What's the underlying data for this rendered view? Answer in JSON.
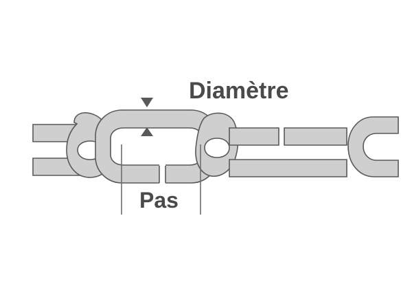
{
  "diagram": {
    "type": "technical-illustration",
    "subject": "chain-link-dimensions",
    "language": "fr",
    "background_color": "#ffffff",
    "labels": {
      "diameter": "Diamètre",
      "pitch": "Pas"
    },
    "colors": {
      "link_fill": "#cfcfcf",
      "link_stroke": "#58595b",
      "text": "#4a4a4c",
      "marker": "#58595b",
      "dimension_line": "#6e6e70"
    },
    "annotations": {
      "diameter_markers": "two-opposing-triangles",
      "pitch_extension_lines": 2
    }
  }
}
